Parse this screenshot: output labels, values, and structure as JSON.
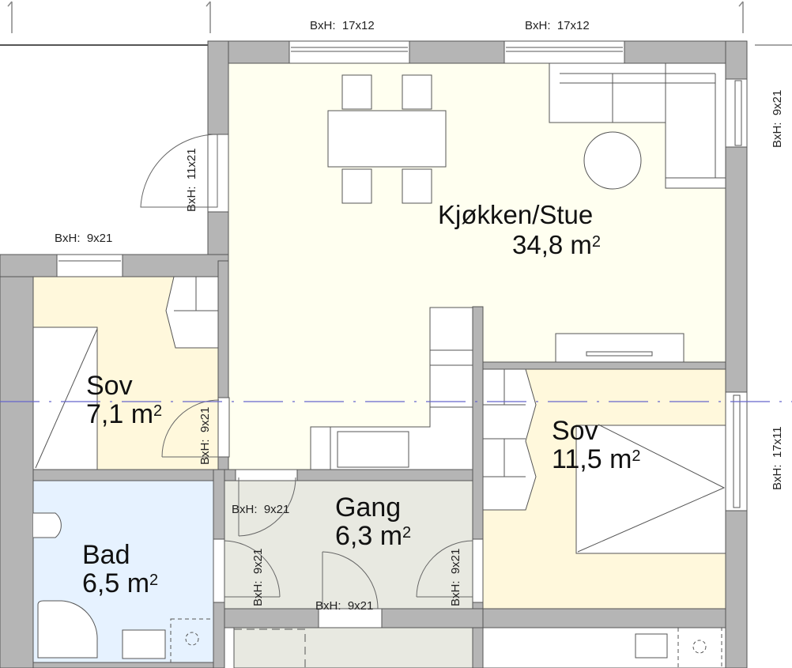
{
  "plan": {
    "colors": {
      "wall": "#b5b5b5",
      "wall_edge": "#555555",
      "kitchen_floor": "#fffff0",
      "bedroom_floor": "#fff8dc",
      "bath_floor": "#e6f2ff",
      "hall_floor": "#e8e9e1",
      "axis_line": "#6666cc"
    },
    "rooms": [
      {
        "id": "kitchen",
        "name": "Kjøkken/Stue",
        "area": "34,8 m",
        "sup": "2"
      },
      {
        "id": "bedroom-small",
        "name": "Sov",
        "area": "7,1 m",
        "sup": "2"
      },
      {
        "id": "bedroom-large",
        "name": "Sov",
        "area": "11,5 m",
        "sup": "2"
      },
      {
        "id": "hall",
        "name": "Gang",
        "area": "6,3 m",
        "sup": "2"
      },
      {
        "id": "bath",
        "name": "Bad",
        "area": "6,5 m",
        "sup": "2"
      }
    ],
    "openings": [
      {
        "id": "window-top-left",
        "label": "BxH:  17x12"
      },
      {
        "id": "window-top-right",
        "label": "BxH:  17x12"
      },
      {
        "id": "window-right-top",
        "label": "BxH:  9x21"
      },
      {
        "id": "window-right-bedroom",
        "label": "BxH:  17x11"
      },
      {
        "id": "door-entry",
        "label": "BxH:  11x21"
      },
      {
        "id": "door-top-left",
        "label": "BxH:  9x21"
      },
      {
        "id": "door-small-bedroom",
        "label": "BxH:  9x21"
      },
      {
        "id": "door-hall-top",
        "label": "BxH:  9x21"
      },
      {
        "id": "door-bath",
        "label": "BxH:  9x21"
      },
      {
        "id": "door-hall-bottom",
        "label": "BxH:  9x21"
      },
      {
        "id": "door-large-bedroom",
        "label": "BxH:  9x21"
      }
    ]
  }
}
